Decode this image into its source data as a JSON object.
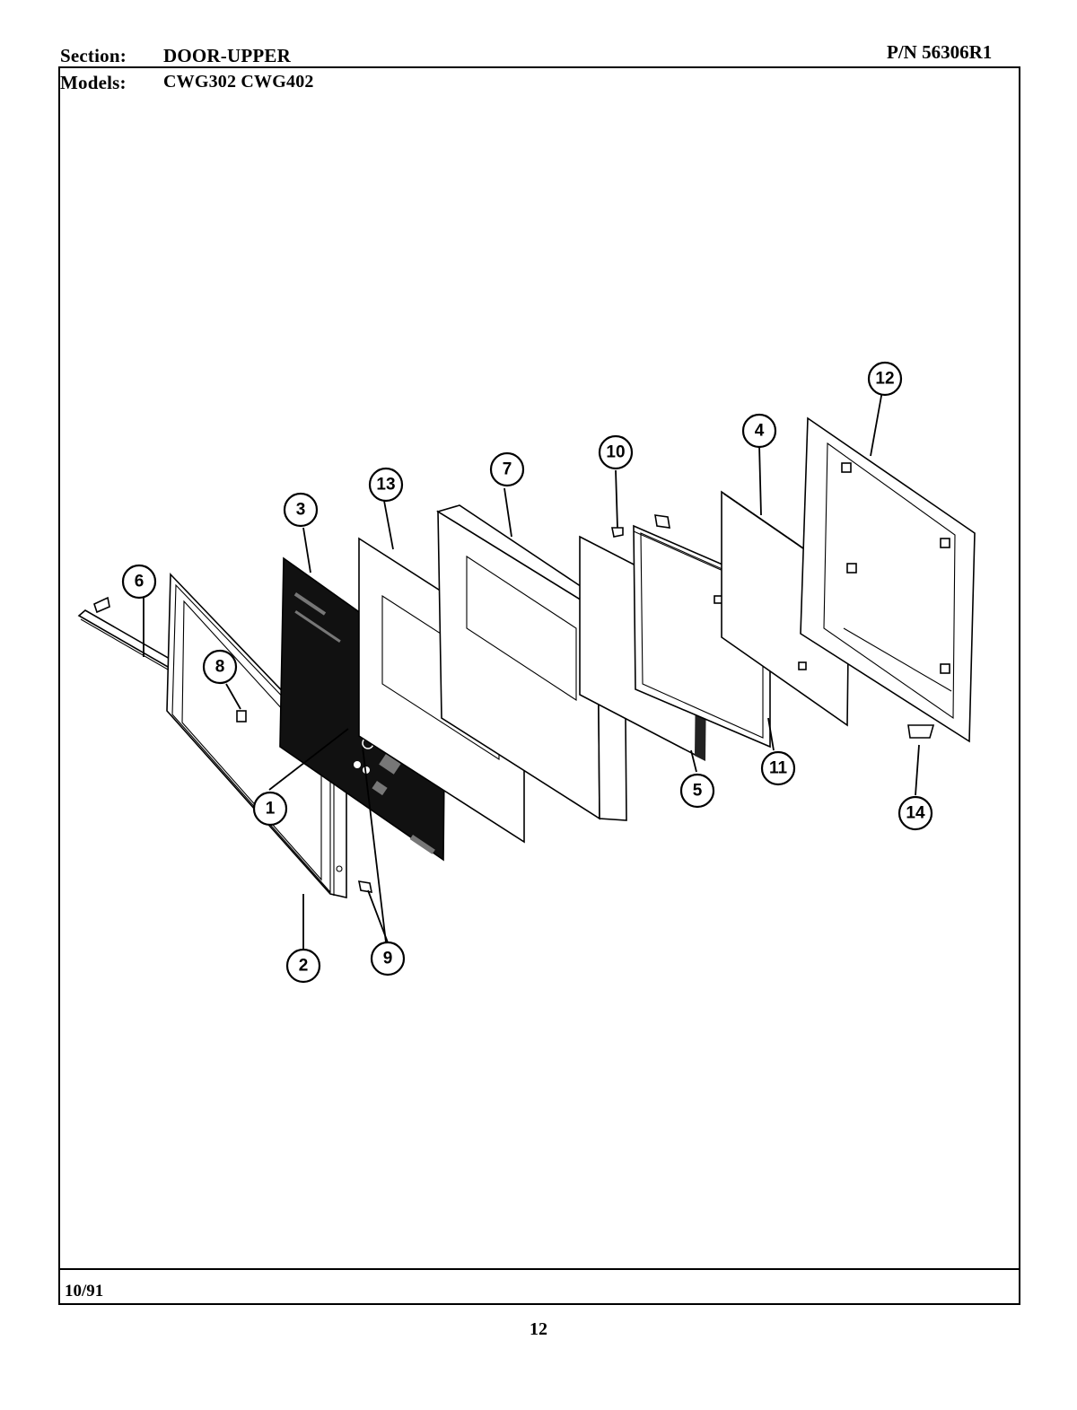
{
  "header": {
    "section_label": "Section:",
    "section_value": "DOOR-UPPER",
    "part_number": "P/N 56306R1",
    "models_label": "Models:",
    "models_value": "CWG302  CWG402"
  },
  "footer": {
    "date": "10/91",
    "page_number": "12"
  },
  "callouts": [
    "1",
    "2",
    "3",
    "4",
    "5",
    "6",
    "7",
    "8",
    "9",
    "10",
    "11",
    "12",
    "13",
    "14"
  ]
}
